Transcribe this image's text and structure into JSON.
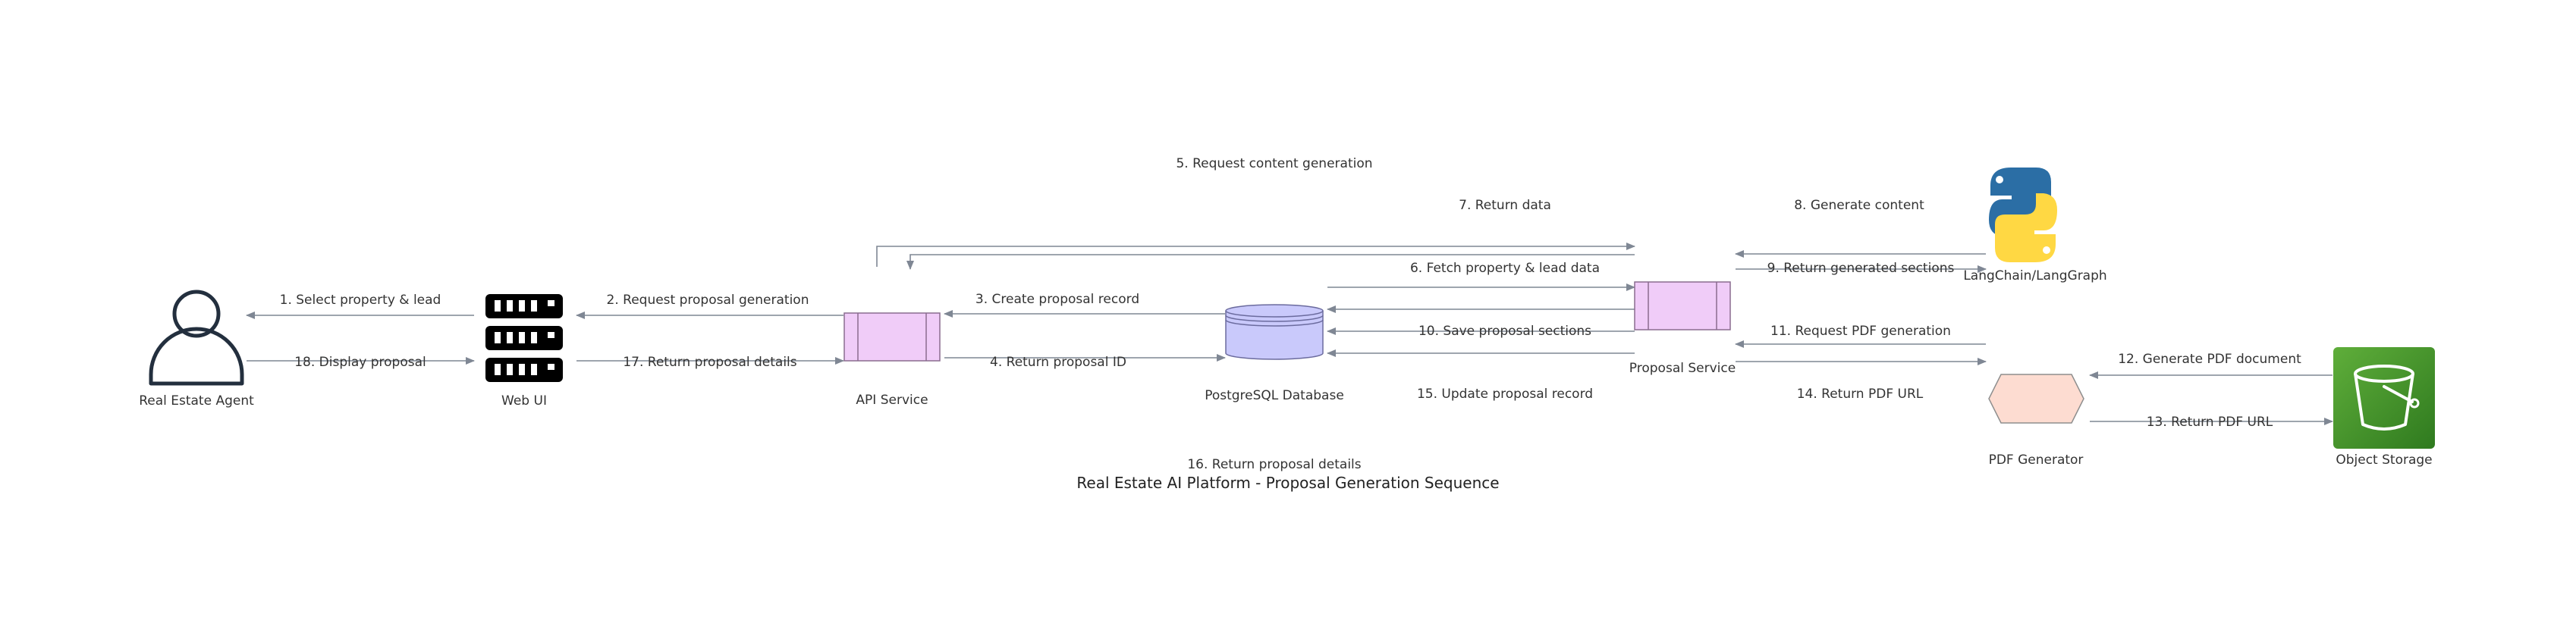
{
  "title": "Real Estate AI Platform - Proposal Generation Sequence",
  "nodes": {
    "agent": "Real Estate Agent",
    "webui": "Web UI",
    "api": "API Service",
    "db": "PostgreSQL Database",
    "proposal": "Proposal Service",
    "langchain": "LangChain/LangGraph",
    "pdfgen": "PDF Generator",
    "storage": "Object Storage"
  },
  "icons": {
    "agent": "user-icon",
    "webui": "server-icon",
    "api": "process-box-icon",
    "db": "database-cylinder-icon",
    "proposal": "process-box-icon",
    "langchain": "python-logo-icon",
    "pdfgen": "hexagon-icon",
    "storage": "bucket-icon"
  },
  "colors": {
    "edge": "#7f8794",
    "process_fill": "#f0ccf8",
    "db_fill": "#c9c9fb",
    "hexagon_fill": "#fddcd1",
    "storage_fill": "#4a9a2e",
    "python_blue": "#2b6ea5",
    "python_yellow": "#ffd843"
  },
  "steps": {
    "s1": "1. Select property & lead",
    "s2": "2. Request proposal generation",
    "s3": "3. Create proposal record",
    "s4": "4. Return proposal ID",
    "s5": "5. Request content generation",
    "s6": "6. Fetch property & lead data",
    "s7": "7. Return data",
    "s8": "8. Generate content",
    "s9": "9. Return generated sections",
    "s10": "10. Save proposal sections",
    "s11": "11. Request PDF generation",
    "s12": "12. Generate PDF document",
    "s13": "13. Return PDF URL",
    "s14": "14. Return PDF URL",
    "s15": "15. Update proposal record",
    "s16": "16. Return proposal details",
    "s17": "17. Return proposal details",
    "s18": "18. Display proposal"
  }
}
